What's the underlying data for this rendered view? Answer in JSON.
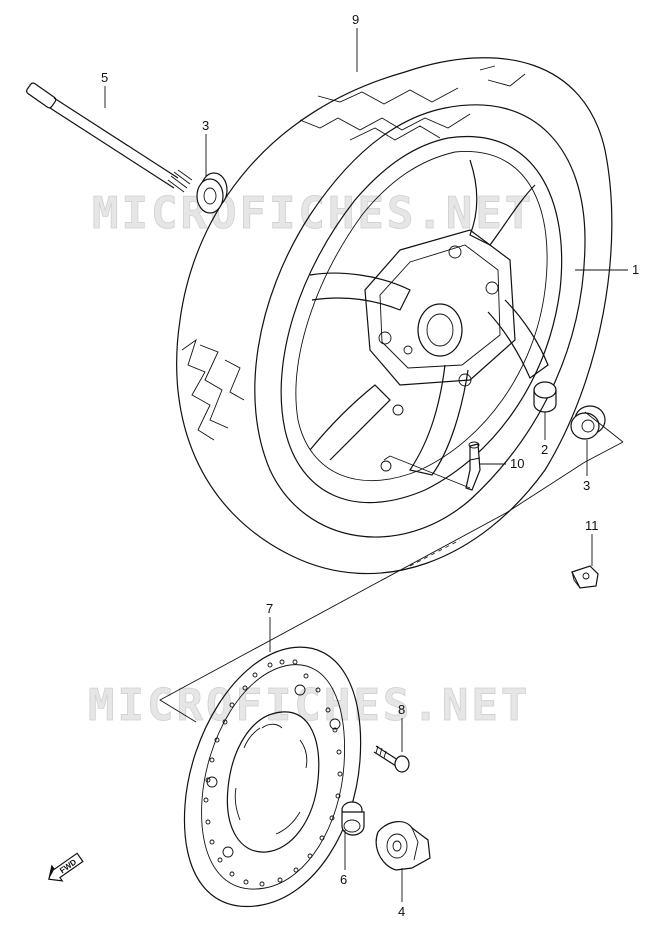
{
  "watermark": {
    "text": "MICROFICHES.NET"
  },
  "direction_badge": {
    "text": "FWD"
  },
  "callouts": {
    "c1": "1",
    "c2": "2",
    "c3a": "3",
    "c3b": "3",
    "c4": "4",
    "c5": "5",
    "c6": "6",
    "c7": "7",
    "c8": "8",
    "c9": "9",
    "c10": "10",
    "c11": "11"
  },
  "colors": {
    "line": "#111111",
    "watermark": "#e6e6e6",
    "background": "#ffffff"
  }
}
